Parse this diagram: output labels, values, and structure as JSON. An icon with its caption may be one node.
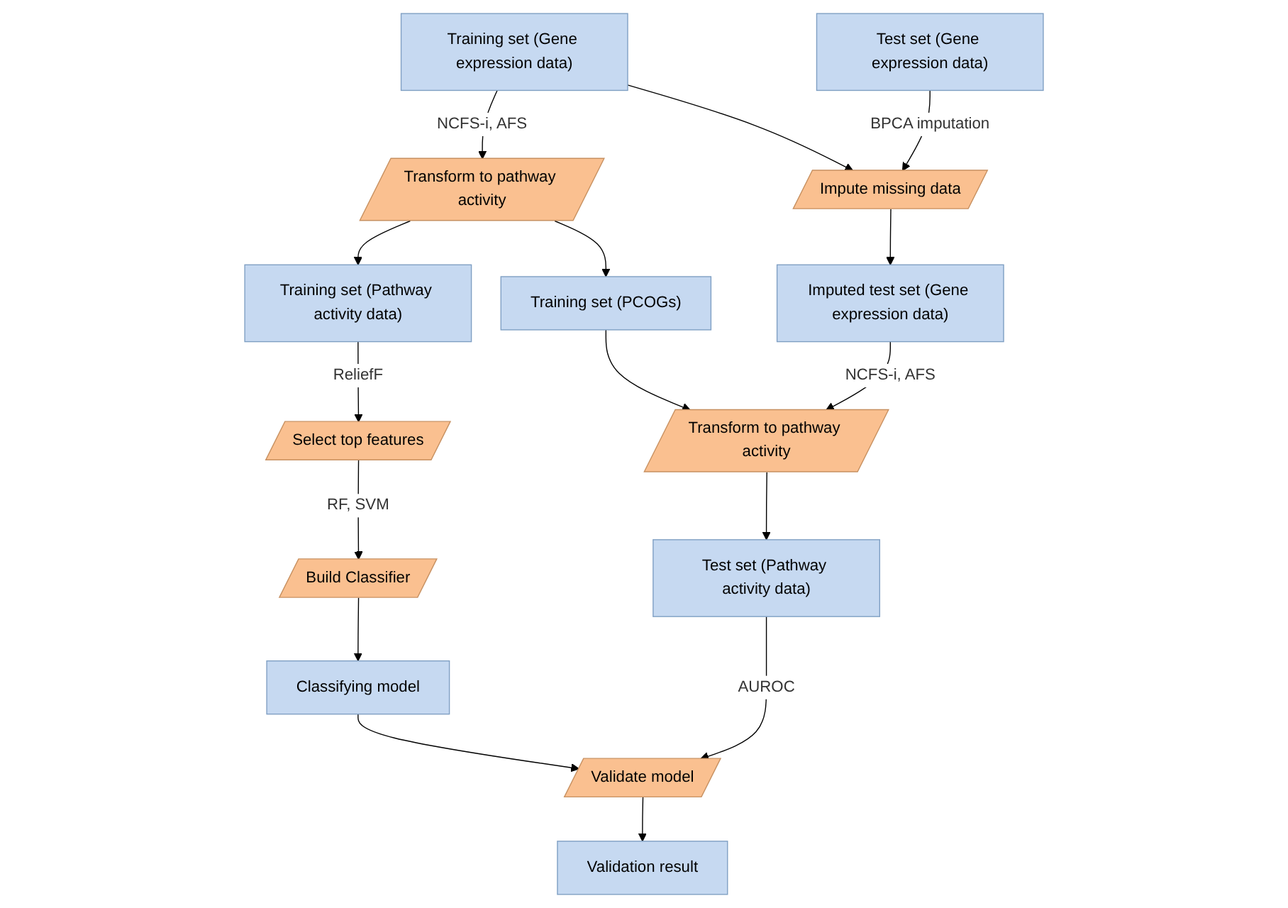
{
  "diagram": {
    "nodes": [
      {
        "text": [
          "Training set (Gene expression data)"
        ]
      },
      {
        "text": [
          "Test set (Gene expression data)"
        ]
      },
      {
        "text": [
          "Transform to pathway activity"
        ]
      },
      {
        "text": [
          "Impute missing data"
        ]
      },
      {
        "text": [
          "Training set (Pathway activity data)"
        ]
      },
      {
        "text": [
          "Training set (PCOGs)"
        ]
      },
      {
        "text": [
          "Imputed test set (Gene expression data)"
        ]
      },
      {
        "text": [
          "Select top features"
        ]
      },
      {
        "text": [
          "Transform to pathway activity"
        ]
      },
      {
        "text": [
          "Build Classifier"
        ]
      },
      {
        "text": [
          "Test set (Pathway activity data)"
        ]
      },
      {
        "text": [
          "Classifying model"
        ]
      },
      {
        "text": [
          "Validate model"
        ]
      },
      {
        "text": [
          "Validation result"
        ]
      }
    ],
    "edges": [
      {
        "from": 0,
        "to": 2,
        "arrow": "to",
        "label": "NCFS-i, AFS"
      },
      {
        "from": 0,
        "to": 3,
        "arrow": "to"
      },
      {
        "from": 1,
        "to": 3,
        "arrow": "to",
        "label": "BPCA imputation"
      },
      {
        "from": 2,
        "to": 4,
        "arrow": "to"
      },
      {
        "from": 2,
        "to": 5,
        "arrow": "to"
      },
      {
        "from": 3,
        "to": 6,
        "arrow": "to"
      },
      {
        "from": 4,
        "to": 7,
        "arrow": "to",
        "label": "ReliefF"
      },
      {
        "from": 5,
        "to": 8,
        "arrow": "to"
      },
      {
        "from": 6,
        "to": 8,
        "arrow": "to",
        "label": "NCFS-i, AFS"
      },
      {
        "from": 7,
        "to": 9,
        "arrow": "to",
        "label": "RF, SVM"
      },
      {
        "from": 8,
        "to": 10,
        "arrow": "to"
      },
      {
        "from": 9,
        "to": 11,
        "arrow": "to"
      },
      {
        "from": 10,
        "to": 12,
        "arrow": "to",
        "label": "AUROC"
      },
      {
        "from": 11,
        "to": 12,
        "arrow": "to"
      },
      {
        "from": 12,
        "to": 13,
        "arrow": "to"
      }
    ]
  }
}
